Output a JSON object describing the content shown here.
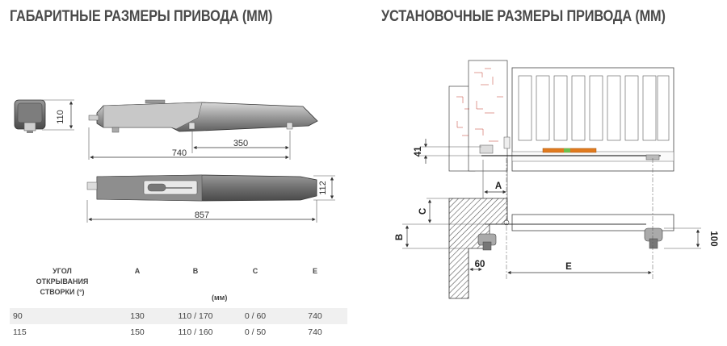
{
  "headings": {
    "left": "ГАБАРИТНЫЕ РАЗМЕРЫ ПРИВОДА (ММ)",
    "right": "УСТАНОВОЧНЫЕ РАЗМЕРЫ ПРИВОДА (ММ)"
  },
  "dimensions": {
    "height_110": "110",
    "length_740": "740",
    "length_350": "350",
    "width_112": "112",
    "length_857": "857",
    "install_41": "41",
    "install_A": "A",
    "install_C": "C",
    "install_B": "B",
    "install_60": "60",
    "install_E": "E",
    "install_100": "100"
  },
  "table": {
    "header_angle_line1": "УГОЛ ОТКРЫВАНИЯ",
    "header_angle_line2": "СТВОРКИ (°)",
    "header_a": "A",
    "header_b": "B",
    "header_c": "C",
    "header_e": "E",
    "unit": "(мм)",
    "rows": [
      {
        "angle": "90",
        "a": "130",
        "b": "110 / 170",
        "c": "0 / 60",
        "e": "740"
      },
      {
        "angle": "115",
        "a": "150",
        "b": "110 / 160",
        "c": "0 / 50",
        "e": "740"
      }
    ]
  },
  "colors": {
    "heading": "#4a4a4a",
    "operator_body": "#8a8a8a",
    "level_tool": "#e07a1e",
    "hatch": "#555555"
  }
}
